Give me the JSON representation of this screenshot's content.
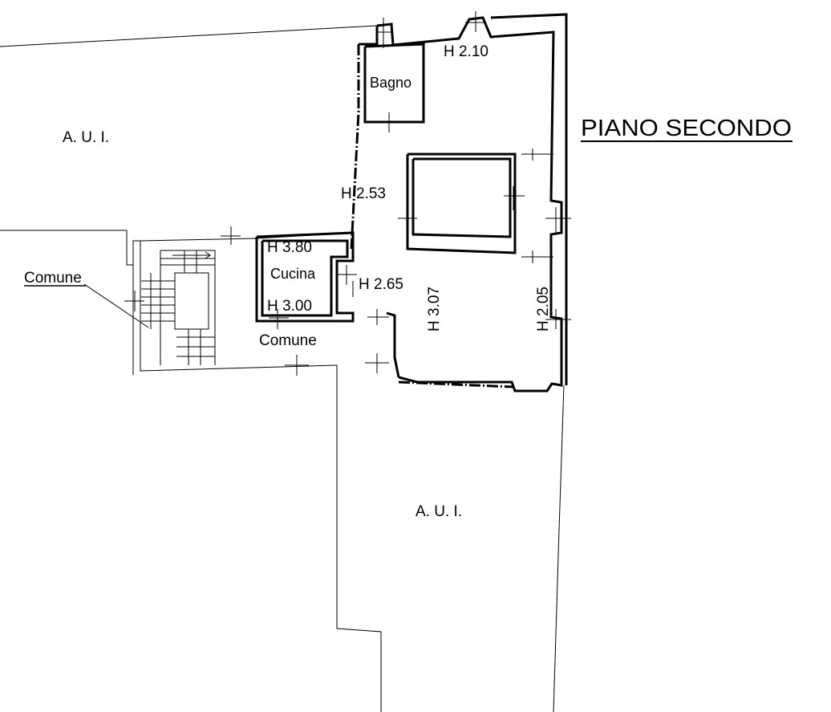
{
  "title": "PIANO SECONDO",
  "labels": {
    "aui_top": "A. U. I.",
    "aui_bottom": "A. U. I.",
    "comune_left": "Comune",
    "comune_center": "Comune",
    "bagno": "Bagno",
    "cucina": "Cucina"
  },
  "heights": {
    "h_top": "H  2.10",
    "h_left": "H  2.53",
    "h_cucina_top": "H  3.80",
    "h_cucina_bottom": "H  3.00",
    "h_center": "H  2.65",
    "h_vertical_center": "H  3.07",
    "h_vertical_right": "H  2.05"
  }
}
